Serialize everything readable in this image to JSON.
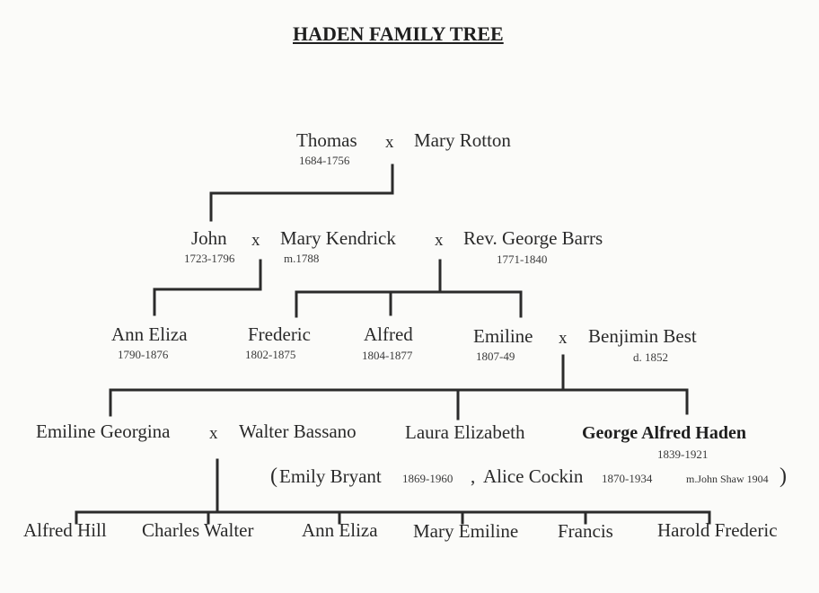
{
  "title": "HADEN FAMILY TREE",
  "gen1": {
    "thomas": "Thomas",
    "thomas_years": "1684-1756",
    "marriage": "x",
    "mary_rotton": "Mary Rotton"
  },
  "gen2": {
    "john": "John",
    "john_years": "1723-1796",
    "marriage1": "x",
    "mary_kendrick": "Mary Kendrick",
    "mary_kendrick_married": "m.1788",
    "marriage2": "x",
    "george_barrs": "Rev. George Barrs",
    "george_barrs_years": "1771-1840"
  },
  "gen3": {
    "ann_eliza": "Ann Eliza",
    "ann_eliza_years": "1790-1876",
    "frederic": "Frederic",
    "frederic_years": "1802-1875",
    "alfred": "Alfred",
    "alfred_years": "1804-1877",
    "emiline": "Emiline",
    "emiline_years": "1807-49",
    "marriage": "x",
    "benjimin": "Benjimin Best",
    "benjimin_died": "d. 1852"
  },
  "gen4": {
    "emiline_georgina": "Emiline Georgina",
    "marriage": "x",
    "walter_bassano": "Walter Bassano",
    "laura_elizabeth": "Laura Elizabeth",
    "george_alfred_haden": "George Alfred Haden",
    "george_alfred_years": "1839-1921",
    "spouses": {
      "open_paren": "(",
      "emily": "Emily Bryant",
      "emily_years": "1869-1960",
      "comma": ",",
      "alice": "Alice Cockin",
      "alice_years": "1870-1934",
      "alice_note": "m.John Shaw 1904",
      "close_paren": ")"
    }
  },
  "gen5": {
    "children": [
      "Alfred Hill",
      "Charles Walter",
      "Ann Eliza",
      "Mary Emiline",
      "Francis",
      "Harold Frederic"
    ]
  }
}
